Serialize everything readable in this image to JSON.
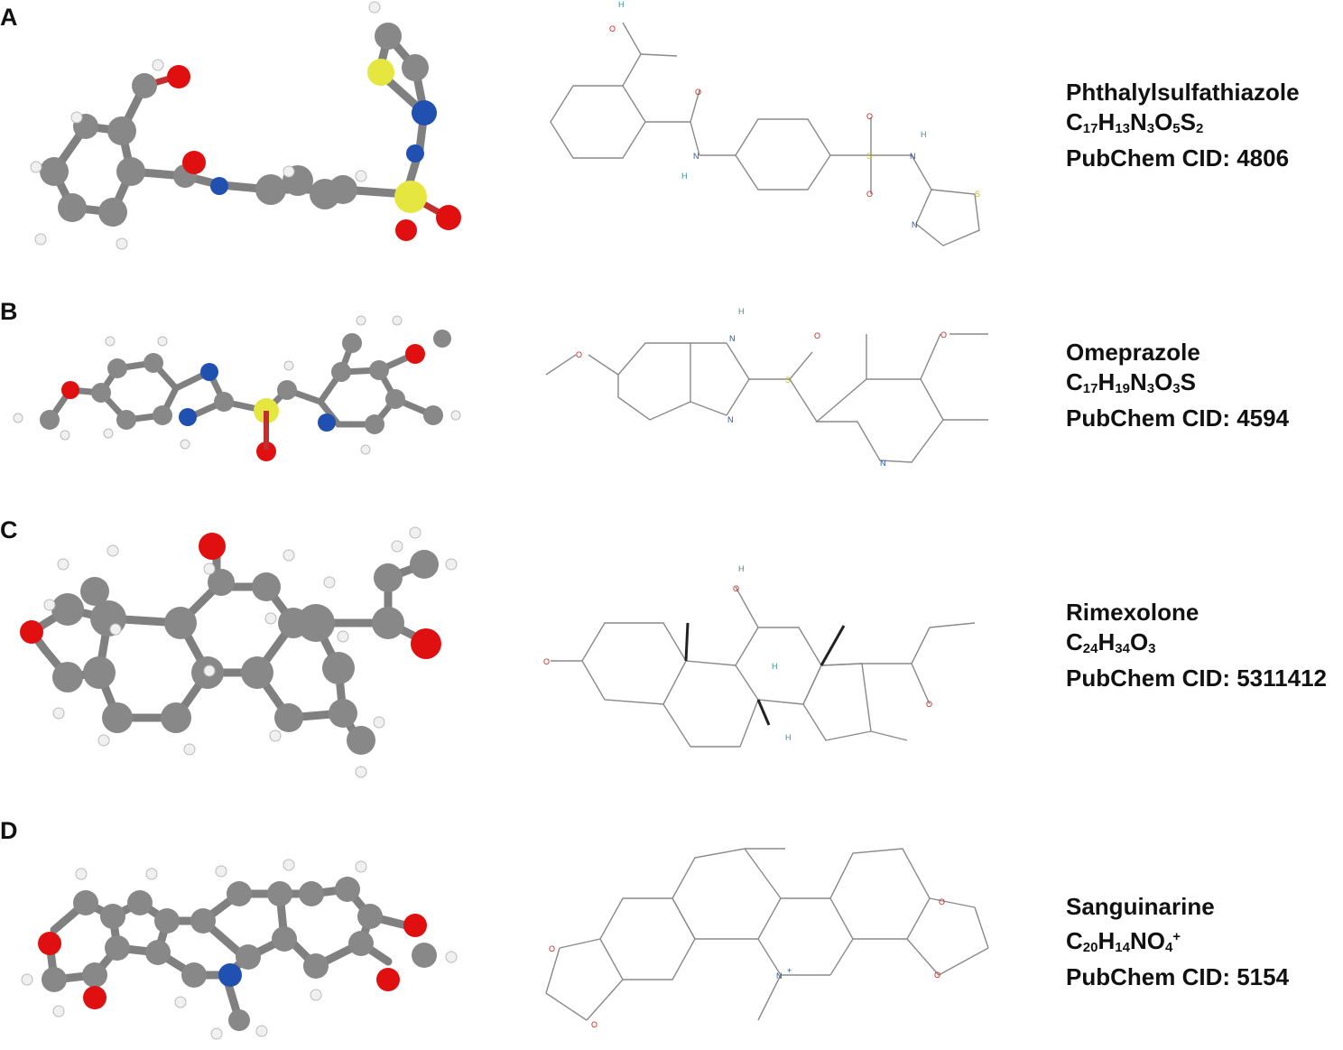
{
  "colors": {
    "carbon": "#888888",
    "hydrogen": "#f2f2f2",
    "oxygen": "#e01010",
    "nitrogen": "#2050b0",
    "sulfur": "#e8e840",
    "bond_line": "#8a8a8a"
  },
  "panels": [
    {
      "letter": "A",
      "name": "Phthalylsulfathiazole",
      "formula": [
        {
          "t": "C"
        },
        {
          "s": "17"
        },
        {
          "t": "H"
        },
        {
          "s": "13"
        },
        {
          "t": "N"
        },
        {
          "s": "3"
        },
        {
          "t": "O"
        },
        {
          "s": "5"
        },
        {
          "t": "S"
        },
        {
          "s": "2"
        }
      ],
      "cid": "PubChem CID: 4806",
      "atom_labels": [
        "H",
        "O",
        "O",
        "N",
        "H",
        "O",
        "O",
        "S",
        "N",
        "H",
        "N",
        "S"
      ]
    },
    {
      "letter": "B",
      "name": "Omeprazole",
      "formula": [
        {
          "t": "C"
        },
        {
          "s": "17"
        },
        {
          "t": "H"
        },
        {
          "s": "19"
        },
        {
          "t": "N"
        },
        {
          "s": "3"
        },
        {
          "t": "O"
        },
        {
          "s": "3"
        },
        {
          "t": "S"
        }
      ],
      "cid": "PubChem CID: 4594",
      "atom_labels": [
        "O",
        "H",
        "N",
        "N",
        "S",
        "O",
        "O",
        "N"
      ]
    },
    {
      "letter": "C",
      "name": "Rimexolone",
      "formula": [
        {
          "t": "C"
        },
        {
          "s": "24"
        },
        {
          "t": "H"
        },
        {
          "s": "34"
        },
        {
          "t": "O"
        },
        {
          "s": "3"
        }
      ],
      "cid": "PubChem CID: 5311412",
      "atom_labels": [
        "H",
        "O",
        "O",
        "H",
        "H",
        "O"
      ]
    },
    {
      "letter": "D",
      "name": "Sanguinarine",
      "formula": [
        {
          "t": "C"
        },
        {
          "s": "20"
        },
        {
          "t": "H"
        },
        {
          "s": "14"
        },
        {
          "t": "NO"
        },
        {
          "s": "4"
        },
        {
          "p": "+"
        }
      ],
      "cid": "PubChem CID: 5154",
      "atom_labels": [
        "O",
        "O",
        "N",
        "+",
        "O",
        "O"
      ]
    }
  ]
}
